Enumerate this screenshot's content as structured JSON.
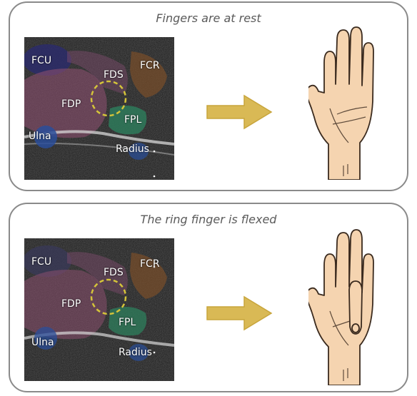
{
  "panels": [
    {
      "caption": "Fingers are at rest",
      "hand_state": "rest",
      "labels": {
        "fcu": "FCU",
        "fds": "FDS",
        "fcr": "FCR",
        "fdp": "FDP",
        "fpl": "FPL",
        "ulna": "Ulna",
        "radius": "Radius"
      }
    },
    {
      "caption": "The ring finger is flexed",
      "hand_state": "ring-flexed",
      "labels": {
        "fcu": "FCU",
        "fds": "FDS",
        "fcr": "FCR",
        "fdp": "FDP",
        "fpl": "FPL",
        "ulna": "Ulna",
        "radius": "Radius"
      }
    }
  ],
  "colors": {
    "panel_border": "#8a8a8a",
    "arrow": "#d9b955",
    "skin": "#f5d4b0",
    "ultrasound_bg": "#1c1c1c",
    "fds_circle": "#d4c43a"
  }
}
